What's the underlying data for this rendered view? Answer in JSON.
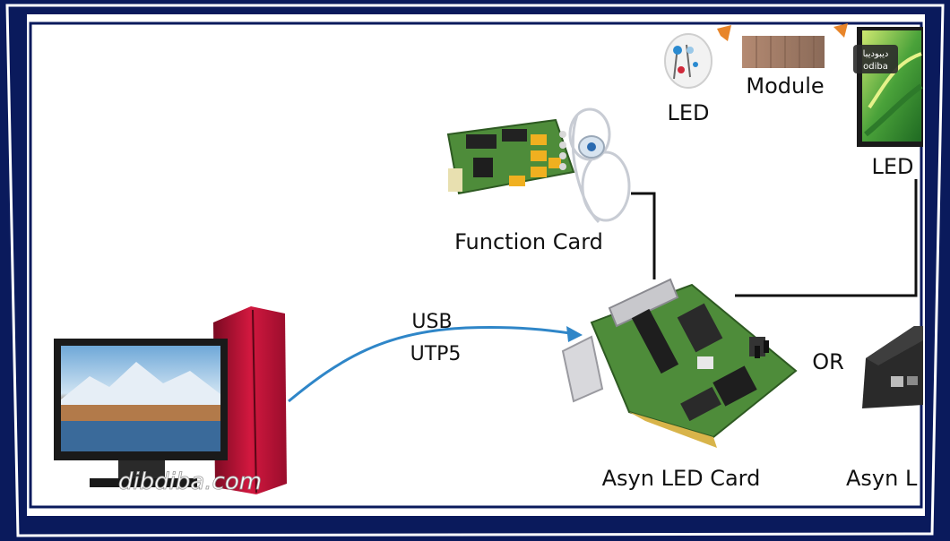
{
  "labels": {
    "led_small": "LED",
    "module": "Module",
    "led_display": "LED",
    "function_card": "Function Card",
    "usb": "USB",
    "utp5": "UTP5",
    "or": "OR",
    "asyn_card": "Asyn LED Card",
    "asyn_box": "Asyn L"
  },
  "watermarks": {
    "bottom": "dibdiba.com",
    "top_right_arabic": "دیبودیبا",
    "top_right_latin": "odiba"
  },
  "colors": {
    "frame": "#0a1a5c",
    "arrow": "#2f86c8",
    "pcb": "#4e8c3a",
    "pc_red": "#c8103a"
  }
}
